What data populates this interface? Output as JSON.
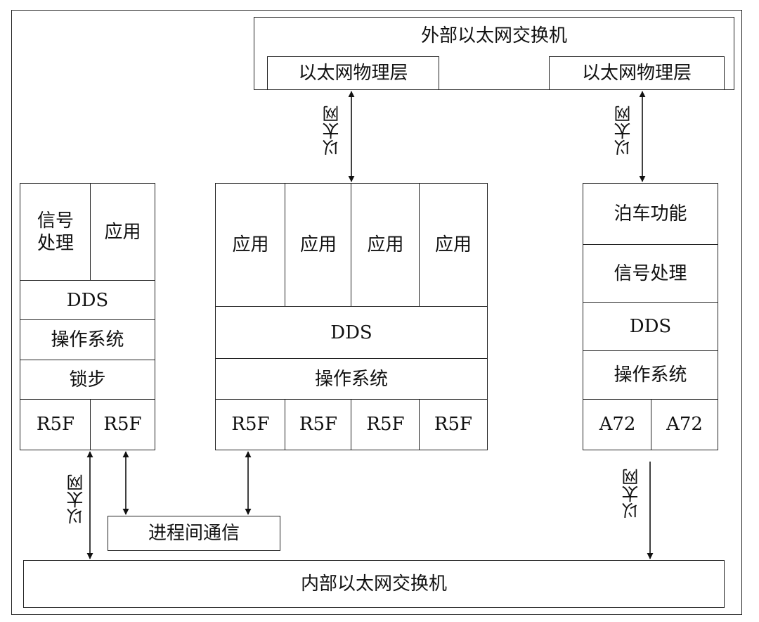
{
  "external_switch": {
    "title": "外部以太网交换机",
    "phy_left": "以太网物理层",
    "phy_right": "以太网物理层"
  },
  "ethernet_label": "以太网",
  "left_stack": {
    "signal_processing": "信号\n处理",
    "app": "应用",
    "dds": "DDS",
    "os": "操作系统",
    "lockstep": "锁步",
    "cores": [
      "R5F",
      "R5F"
    ]
  },
  "middle_stack": {
    "apps": [
      "应用",
      "应用",
      "应用",
      "应用"
    ],
    "dds": "DDS",
    "os": "操作系统",
    "cores": [
      "R5F",
      "R5F",
      "R5F",
      "R5F"
    ]
  },
  "right_stack": {
    "parking": "泊车功能",
    "signal_processing": "信号处理",
    "dds": "DDS",
    "os": "操作系统",
    "cores": [
      "A72",
      "A72"
    ]
  },
  "ipc": "进程间通信",
  "internal_switch": "内部以太网交换机"
}
